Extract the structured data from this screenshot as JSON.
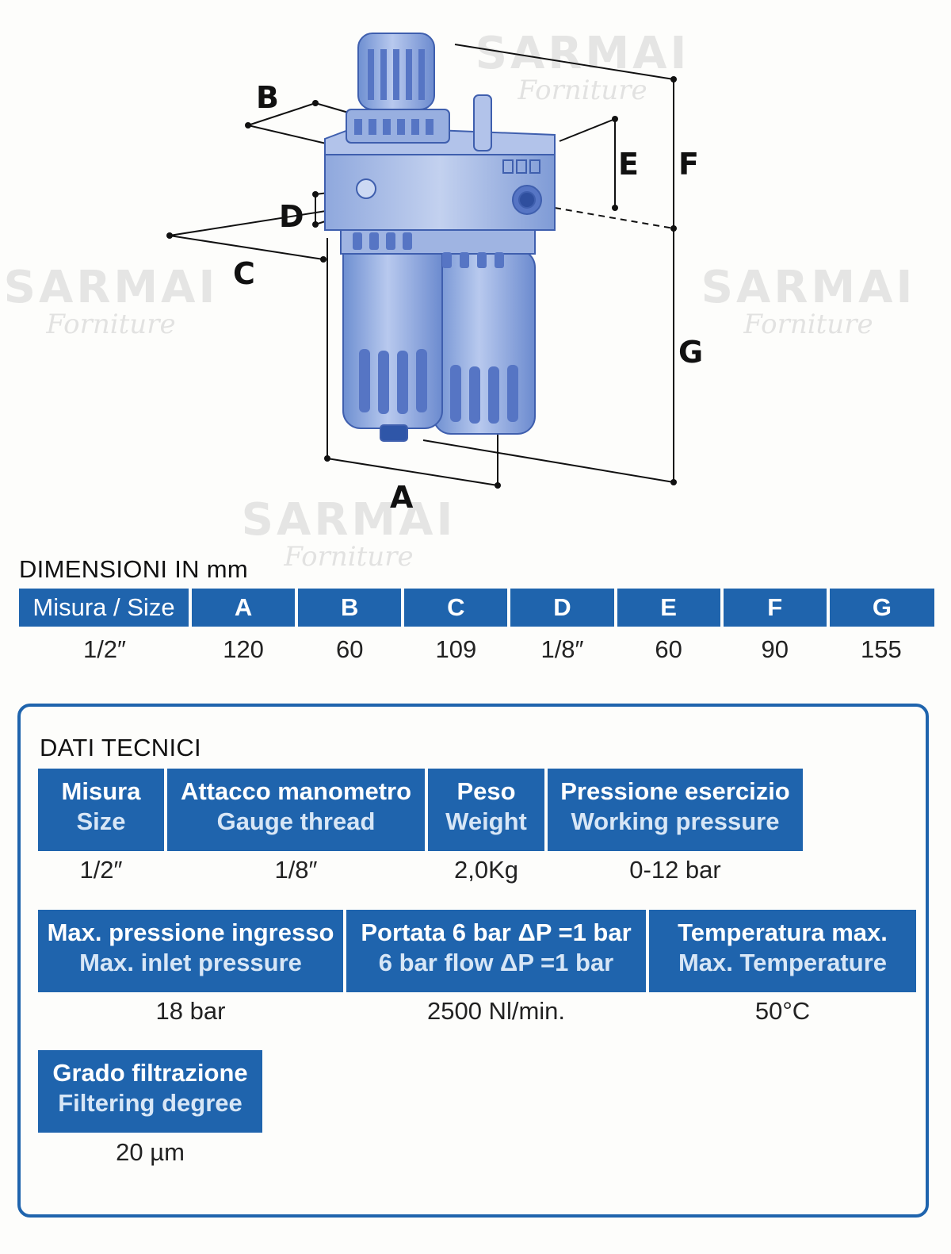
{
  "watermark": {
    "brand": "SARMAI",
    "sub": "Forniture"
  },
  "drawing": {
    "labels": {
      "A": "A",
      "B": "B",
      "C": "C",
      "D": "D",
      "E": "E",
      "F": "F",
      "G": "G"
    }
  },
  "dimensions": {
    "title": "DIMENSIONI IN mm",
    "headers": [
      "Misura / Size",
      "A",
      "B",
      "C",
      "D",
      "E",
      "F",
      "G"
    ],
    "values": [
      "1/2″",
      "120",
      "60",
      "109",
      "1/8″",
      "60",
      "90",
      "155"
    ]
  },
  "technical": {
    "title": "DATI TECNICI",
    "size": {
      "it": "Misura",
      "en": "Size",
      "value": "1/2″"
    },
    "gauge": {
      "it": "Attacco manometro",
      "en": "Gauge thread",
      "value": "1/8″"
    },
    "weight": {
      "it": "Peso",
      "en": "Weight",
      "value": "2,0Kg"
    },
    "working_pressure": {
      "it": "Pressione esercizio",
      "en": "Working pressure",
      "value": "0-12 bar"
    },
    "inlet_pressure": {
      "it": "Max. pressione ingresso",
      "en": "Max. inlet pressure",
      "value": "18 bar"
    },
    "flow": {
      "it": "Portata 6 bar ΔP =1 bar",
      "en": "6 bar flow ΔP =1 bar",
      "value": "2500 Nl/min."
    },
    "temperature": {
      "it": "Temperatura max.",
      "en": "Max. Temperature",
      "value": "50°C"
    },
    "filtering": {
      "it": "Grado filtrazione",
      "en": "Filtering degree",
      "value": "20 µm"
    }
  },
  "colors": {
    "accent": "#1f64ad",
    "body": "#4a6fc4"
  }
}
